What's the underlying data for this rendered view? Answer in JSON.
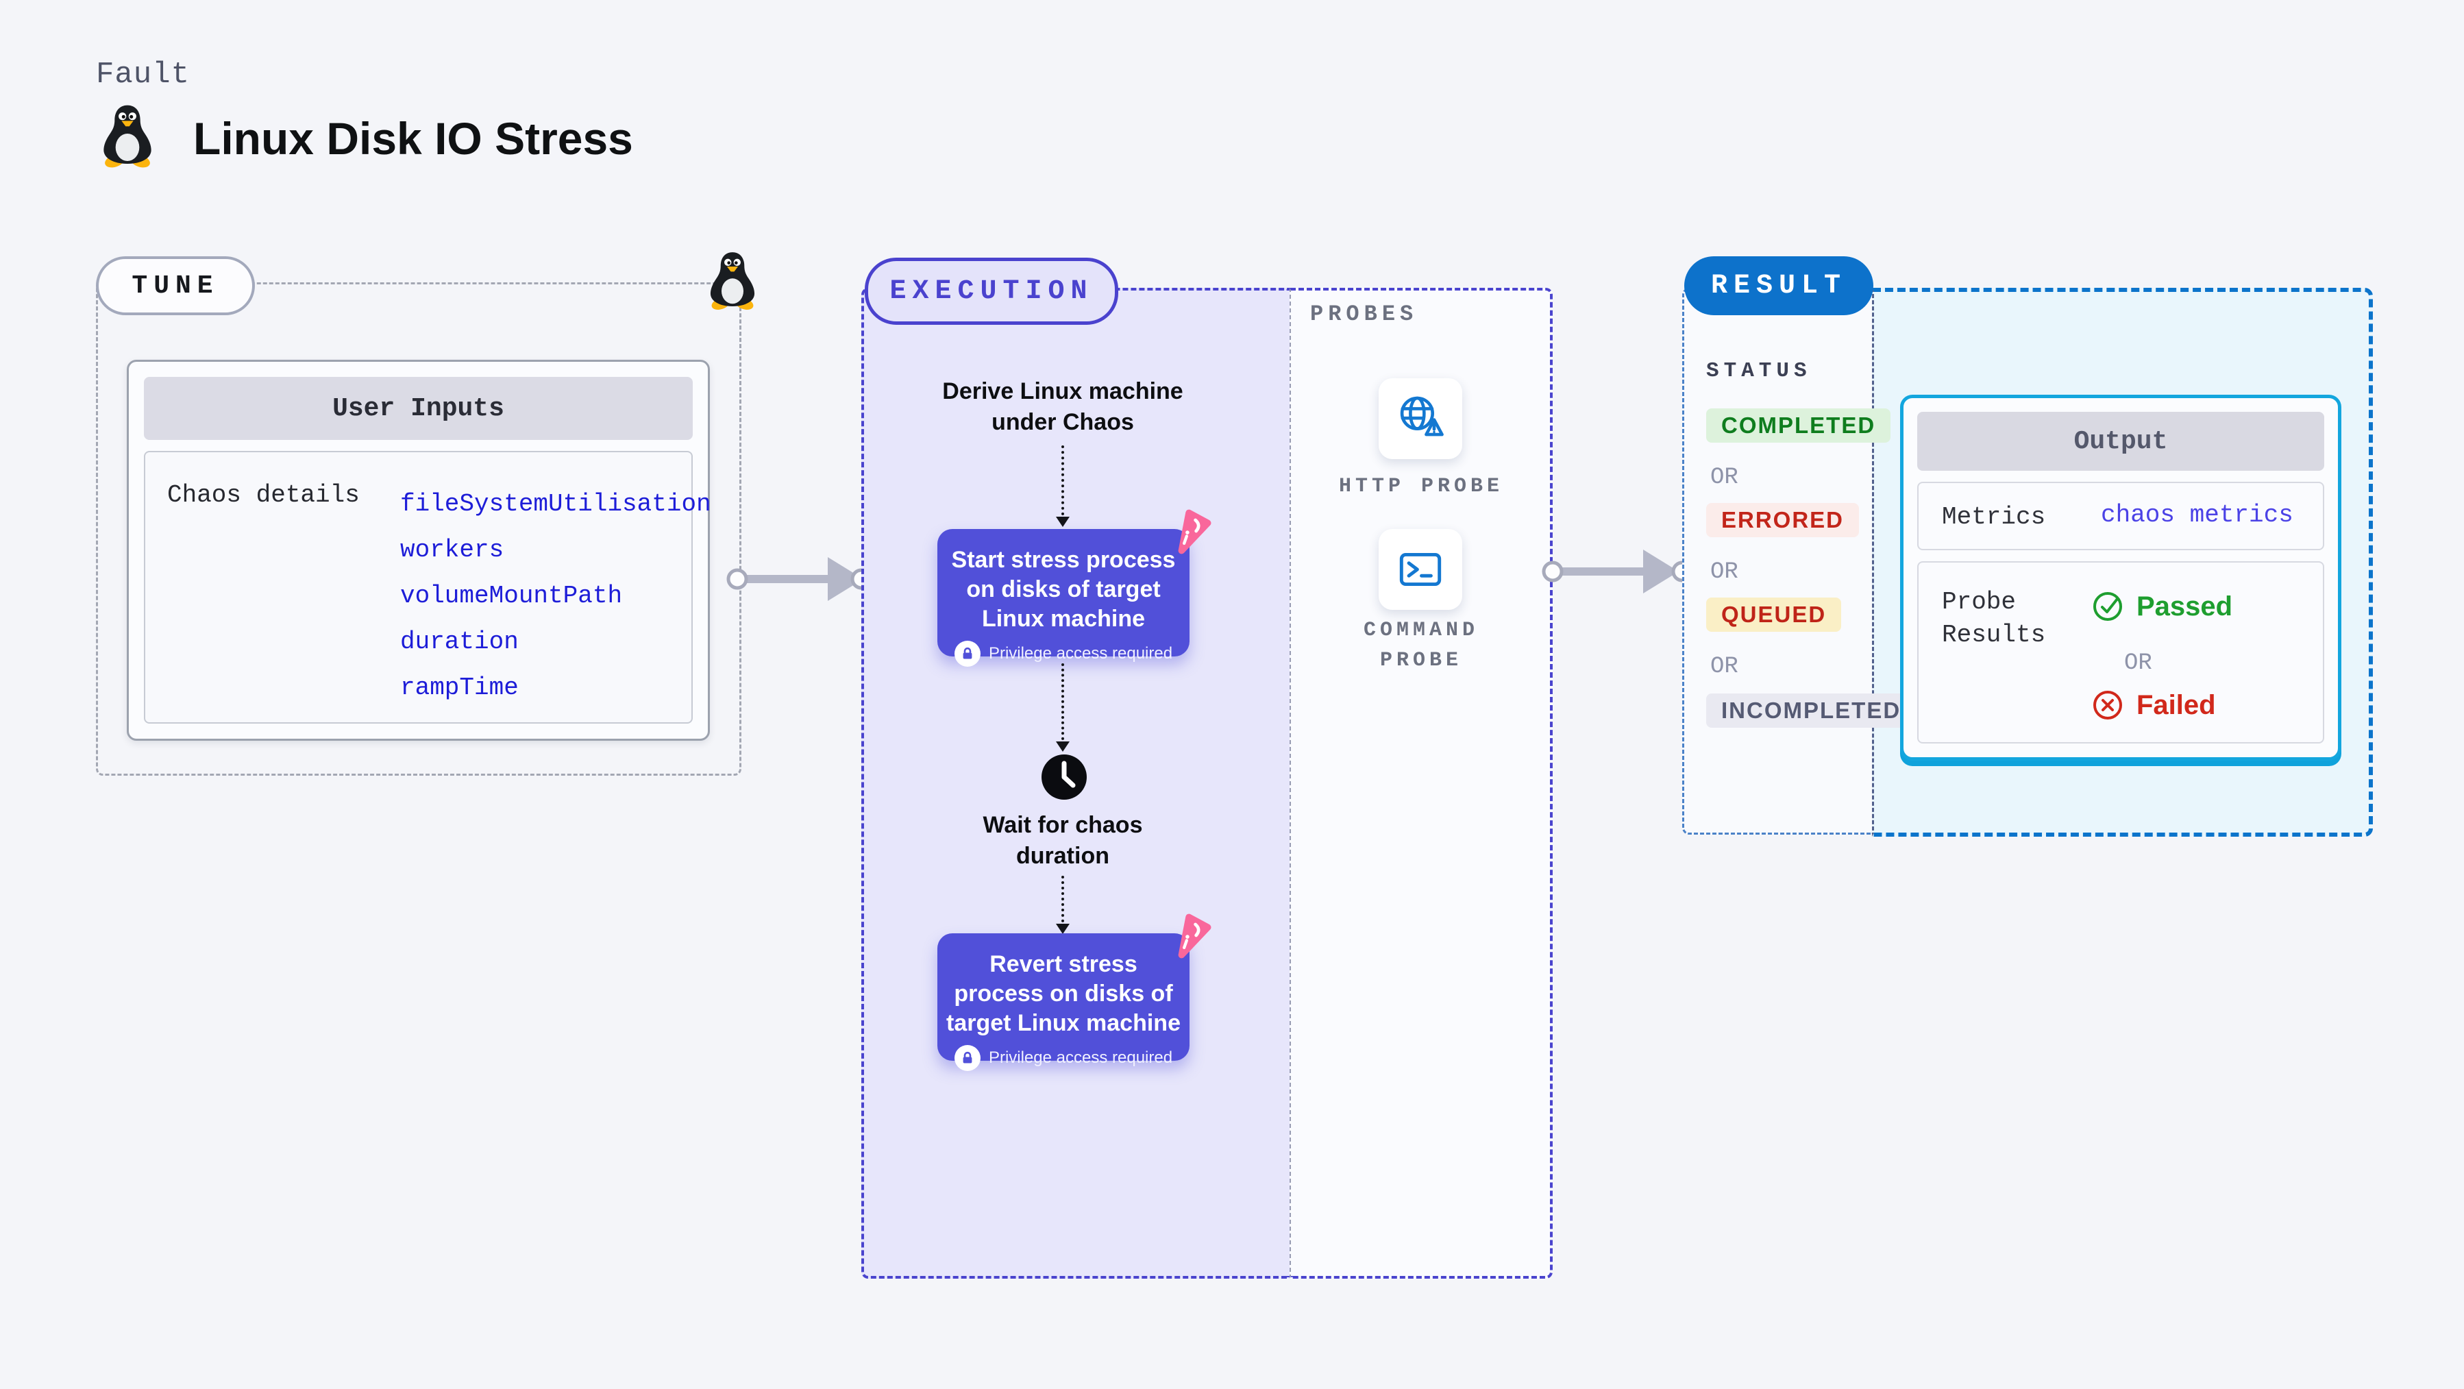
{
  "header": {
    "eyebrow": "Fault",
    "title": "Linux Disk IO Stress"
  },
  "tune": {
    "badge": "TUNE",
    "user_inputs": {
      "title": "User Inputs",
      "row_label": "Chaos details",
      "params": [
        "fileSystemUtilisation",
        "workers",
        "volumeMountPath",
        "duration",
        "rampTime"
      ]
    }
  },
  "execution": {
    "badge": "EXECUTION",
    "derive_step": {
      "line1": "Derive Linux machine",
      "line2": "under Chaos"
    },
    "start_step": {
      "line1": "Start stress process",
      "line2": "on disks of target",
      "line3": "Linux machine",
      "badge": "Privilege access required"
    },
    "wait_step": {
      "line1": "Wait for chaos",
      "line2": "duration"
    },
    "revert_step": {
      "line1": "Revert stress",
      "line2": "process on disks of",
      "line3": "target Linux machine",
      "badge": "Privilege access required"
    }
  },
  "probes": {
    "label": "PROBES",
    "http": "HTTP PROBE",
    "command": "COMMAND PROBE"
  },
  "result": {
    "badge": "RESULT",
    "status_label": "STATUS",
    "or": "OR",
    "statuses": [
      {
        "label": "COMPLETED"
      },
      {
        "label": "ERRORED"
      },
      {
        "label": "QUEUED"
      },
      {
        "label": "INCOMPLETED"
      }
    ],
    "output": {
      "title": "Output",
      "metrics_label": "Metrics",
      "metrics_value": "chaos metrics",
      "probe_results_label": "Probe Results",
      "passed": "Passed",
      "failed": "Failed"
    }
  },
  "colors": {
    "page_bg": "#F4F5F9",
    "accent_indigo": "#4A44CE",
    "node_purple": "#5150D9",
    "chaos_pink": "#F9679B",
    "param_blue": "#1D1DD8",
    "link_indigo": "#4B42E6",
    "result_blue": "#0D72CB",
    "output_border_cyan": "#13A6DE",
    "probe_icon_blue": "#1478D1",
    "status_completed_fg": "#0F7D1E",
    "status_completed_bg": "#DDF2DC",
    "status_errored_fg": "#C2251A",
    "status_errored_bg": "#FBECEA",
    "status_queued_fg": "#BF2418",
    "status_queued_bg": "#FAEFC6",
    "status_incompleted_fg": "#555A73",
    "status_incompleted_bg": "#E9E9F1",
    "passed_green": "#1E9E2F",
    "failed_red": "#D1281B"
  }
}
